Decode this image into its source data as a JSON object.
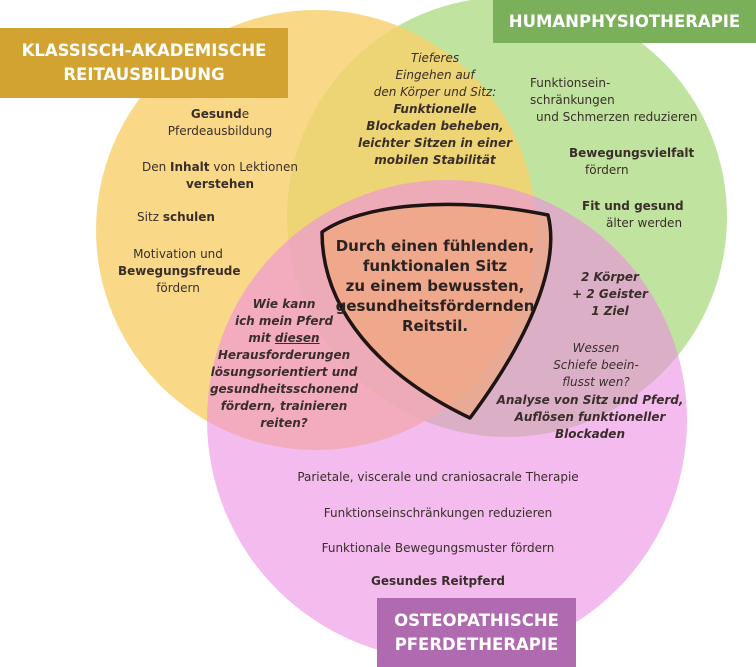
{
  "colors": {
    "classical": "#f7cf6a",
    "human": "#a8d87a",
    "osteo": "#ec8de2",
    "classical_box": "#d2a330",
    "human_box": "#7bb05a",
    "osteo_box": "#b06ab0"
  },
  "titles": {
    "classical_line1": "KLASSISCH-AKADEMISCHE",
    "classical_line2": "REITAUSBILDUNG",
    "human": "HUMANPHYSIOTHERAPIE",
    "osteo_line1": "OSTEOPATHISCHE",
    "osteo_line2": "PFERDETHERAPIE"
  },
  "classical": {
    "i1_bold": "Gesund",
    "i1_rest": "e",
    "i1_line2": "Pferdeausbildung",
    "i2_pre": "Den ",
    "i2_bold": "Inhalt",
    "i2_post": " von Lektionen",
    "i2_line2": "verstehen",
    "i3_pre": "Sitz ",
    "i3_bold": "schulen",
    "i4_line1": "Motivation und",
    "i4_bold": "Bewegungsfreude",
    "i4_line3": "fördern"
  },
  "human": {
    "i1_line1": "Funktionsein-",
    "i1_line2": "schränkungen",
    "i1_line3": "und Schmerzen reduzieren",
    "i2_bold": "Bewegungsvielfalt",
    "i2_line2": "fördern",
    "i3_bold": "Fit und gesund",
    "i3_line2": "älter werden"
  },
  "osteo": {
    "i1": "Parietale, viscerale und craniosacrale Therapie",
    "i2": "Funktionseinschränkungen reduzieren",
    "i3": "Funktionale Bewegungsmuster fördern",
    "i4": "Gesundes Reitpferd"
  },
  "overlap_top": {
    "l1": "Tieferes",
    "l2": "Eingehen auf",
    "l3": "den Körper und Sitz:",
    "b1": "Funktionelle",
    "b2": "Blockaden beheben,",
    "b3": "leichter Sitzen in einer",
    "b4": "mobilen Stabilität"
  },
  "overlap_left": {
    "l1": "Wie kann",
    "l2": "ich mein Pferd",
    "l3_pre": "mit ",
    "l3_u": "diesen",
    "l4": "Herausforderungen",
    "l5": "lösungsorientiert und",
    "l6": "gesundheitsschonend",
    "l7": "fördern, trainieren",
    "l8": "reiten?"
  },
  "overlap_right": {
    "a1": "2 Körper",
    "a2": "+ 2 Geister",
    "a3": "1 Ziel",
    "q1": "Wessen",
    "q2": "Schiefe beein-",
    "q3": "flusst wen?",
    "b1": "Analyse von Sitz und Pferd,",
    "b2": "Auflösen funktioneller",
    "b3": "Blockaden"
  },
  "center": {
    "l1": "Durch einen fühlenden,",
    "l2": "funktionalen Sitz",
    "l3": "zu einem bewussten,",
    "l4": "gesundheitsfördernden",
    "l5": "Reitstil."
  }
}
